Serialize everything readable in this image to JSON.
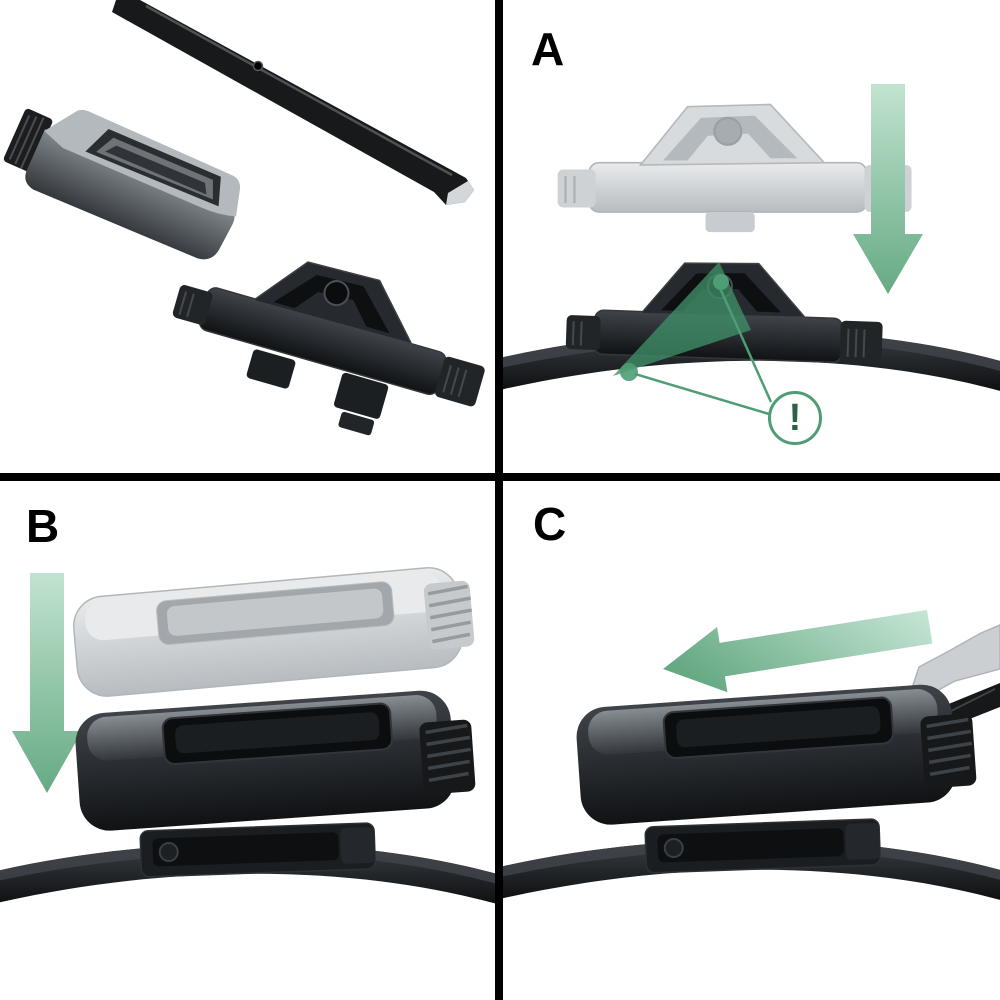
{
  "diagram": {
    "panels": [
      {
        "id": "parts-overview",
        "label": ""
      },
      {
        "id": "step-a",
        "label": "A"
      },
      {
        "id": "step-b",
        "label": "B"
      },
      {
        "id": "step-c",
        "label": "C"
      }
    ],
    "warning": {
      "symbol": "!"
    }
  },
  "icons": {
    "down_arrow": "↓",
    "left_arrow": "←",
    "warning": "!"
  },
  "colors": {
    "background": "#ffffff",
    "divider": "#000000",
    "arrow_green_light": "#c2e3d0",
    "arrow_green": "#66aa84",
    "line_green": "#4e9d74",
    "highlight_green": "#3f8e67",
    "warning_text": "#2a6448",
    "part_dark": "#17191b",
    "part_gray": "#8d9296",
    "ghost_gray": "#c8ccd0"
  }
}
